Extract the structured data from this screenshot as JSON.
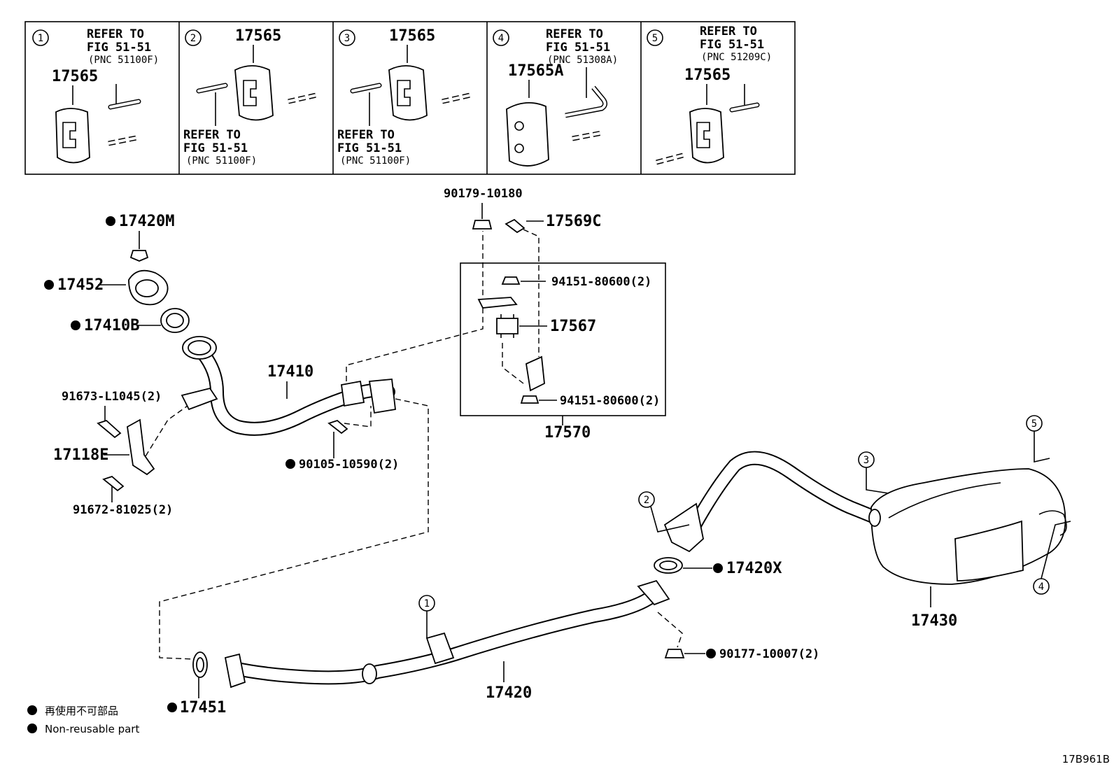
{
  "detail_boxes": [
    {
      "num": "1",
      "refer": "REFER TO",
      "fig": "FIG 51-51",
      "pnc": "(PNC 51100F)",
      "part": "17565"
    },
    {
      "num": "2",
      "part": "17565",
      "refer": "REFER TO",
      "fig": "FIG 51-51",
      "pnc": "(PNC 51100F)"
    },
    {
      "num": "3",
      "part": "17565",
      "refer": "REFER TO",
      "fig": "FIG 51-51",
      "pnc": "(PNC 51100F)"
    },
    {
      "num": "4",
      "refer": "REFER TO",
      "fig": "FIG 51-51",
      "pnc": "(PNC 51308A)",
      "part": "17565A"
    },
    {
      "num": "5",
      "refer": "REFER TO",
      "fig": "FIG 51-51",
      "pnc": "(PNC 51209C)",
      "part": "17565"
    }
  ],
  "labels": {
    "p90179": "90179-10180",
    "p17569C": "17569C",
    "p17420M": "17420M",
    "p17452": "17452",
    "p17410B": "17410B",
    "p17410": "17410",
    "p94151a": "94151-80600(2)",
    "p17567": "17567",
    "p94151b": "94151-80600(2)",
    "p17570": "17570",
    "p91673": "91673-L1045(2)",
    "p17118E": "17118E",
    "p91672": "91672-81025(2)",
    "p90105": "90105-10590(2)",
    "p17420X": "17420X",
    "p17430": "17430",
    "p90177": "90177-10007(2)",
    "p17420": "17420",
    "p17451": "17451"
  },
  "callouts": [
    "1",
    "2",
    "3",
    "4",
    "5"
  ],
  "legend": {
    "jp": "再使用不可部品",
    "en": "Non-reusable part"
  },
  "diagram_code": "17B961B"
}
